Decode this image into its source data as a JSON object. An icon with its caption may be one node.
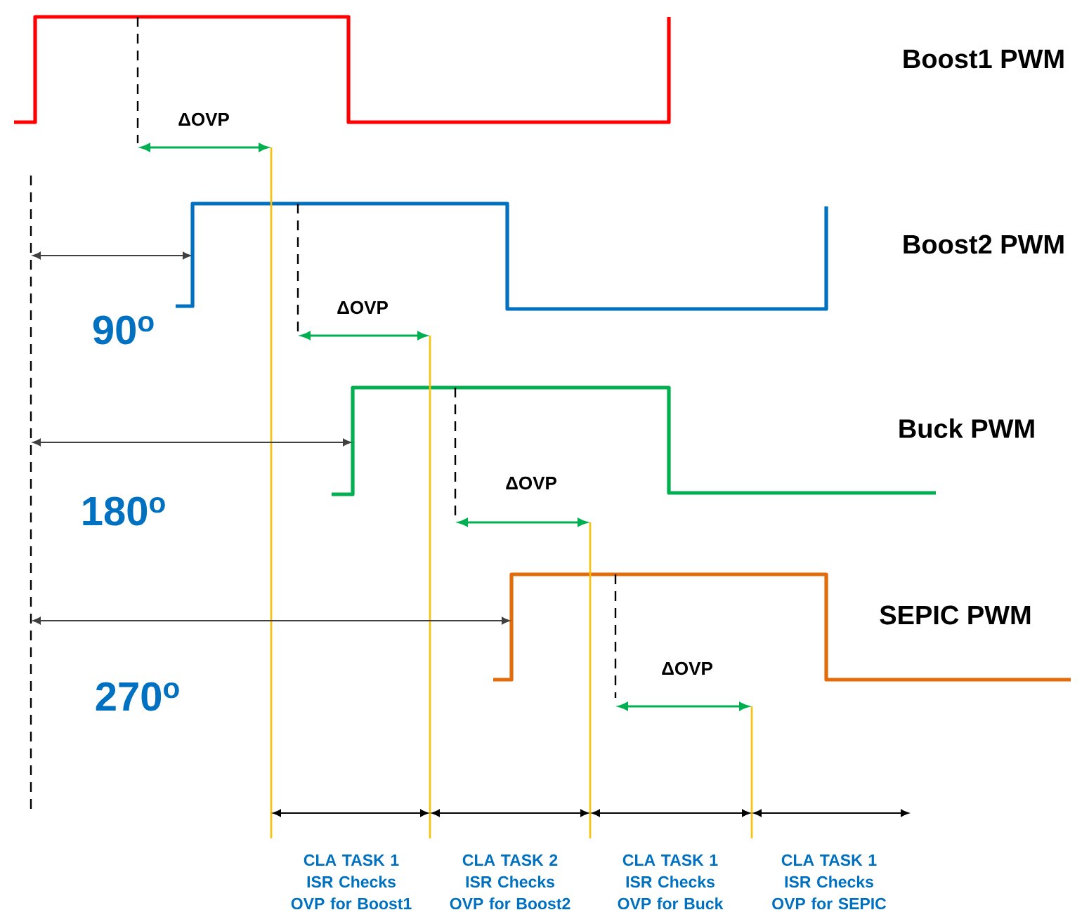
{
  "diagram": {
    "labels": [
      "Boost1 PWM",
      "ΔOVP",
      "Boost2 PWM",
      "90$^{o}$",
      "ΔOVP",
      "Buck PWM",
      "180$^{o}$",
      "ΔOVP",
      "SEPIC PWM",
      "270$^{o}$",
      "ΔOVP",
      "CLA TASK 1 ISR Checks OVP for Boost1",
      "CLA TASK 2 ISR Checks OVP for Boost2",
      "CLA TASK 1 ISR Checks OVP for Buck",
      "CLA TASK 1 ISR Checks OVP for SEPIC"
    ]
  }
}
